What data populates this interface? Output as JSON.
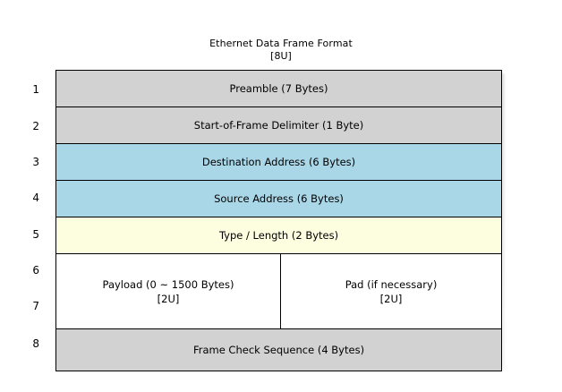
{
  "title": {
    "main": "Ethernet Data Frame Format",
    "sub": "[8U]"
  },
  "colors": {
    "gray": "#d2d2d2",
    "blue": "#a9d7e8",
    "yellow": "#fdfddf",
    "white": "#ffffff",
    "border": "#000000",
    "background": "#ffffff"
  },
  "row_numbers": [
    "1",
    "2",
    "3",
    "4",
    "5",
    "6",
    "7",
    "8"
  ],
  "rows": [
    {
      "number": "1",
      "label": "Preamble (7 Bytes)",
      "fill": "gray"
    },
    {
      "number": "2",
      "label": "Start-of-Frame Delimiter (1 Byte)",
      "fill": "gray"
    },
    {
      "number": "3",
      "label": "Destination Address (6 Bytes)",
      "fill": "blue"
    },
    {
      "number": "4",
      "label": "Source Address (6 Bytes)",
      "fill": "blue"
    },
    {
      "number": "5",
      "label": "Type / Length (2 Bytes)",
      "fill": "yellow"
    },
    {
      "number": "6-7",
      "fill": "white",
      "split": true,
      "left": {
        "label": "Payload (0 ~ 1500 Bytes)",
        "sub": "[2U]"
      },
      "right": {
        "label": "Pad (if necessary)",
        "sub": "[2U]"
      }
    },
    {
      "number": "8",
      "label": "Frame Check Sequence (4 Bytes)",
      "fill": "gray"
    }
  ]
}
